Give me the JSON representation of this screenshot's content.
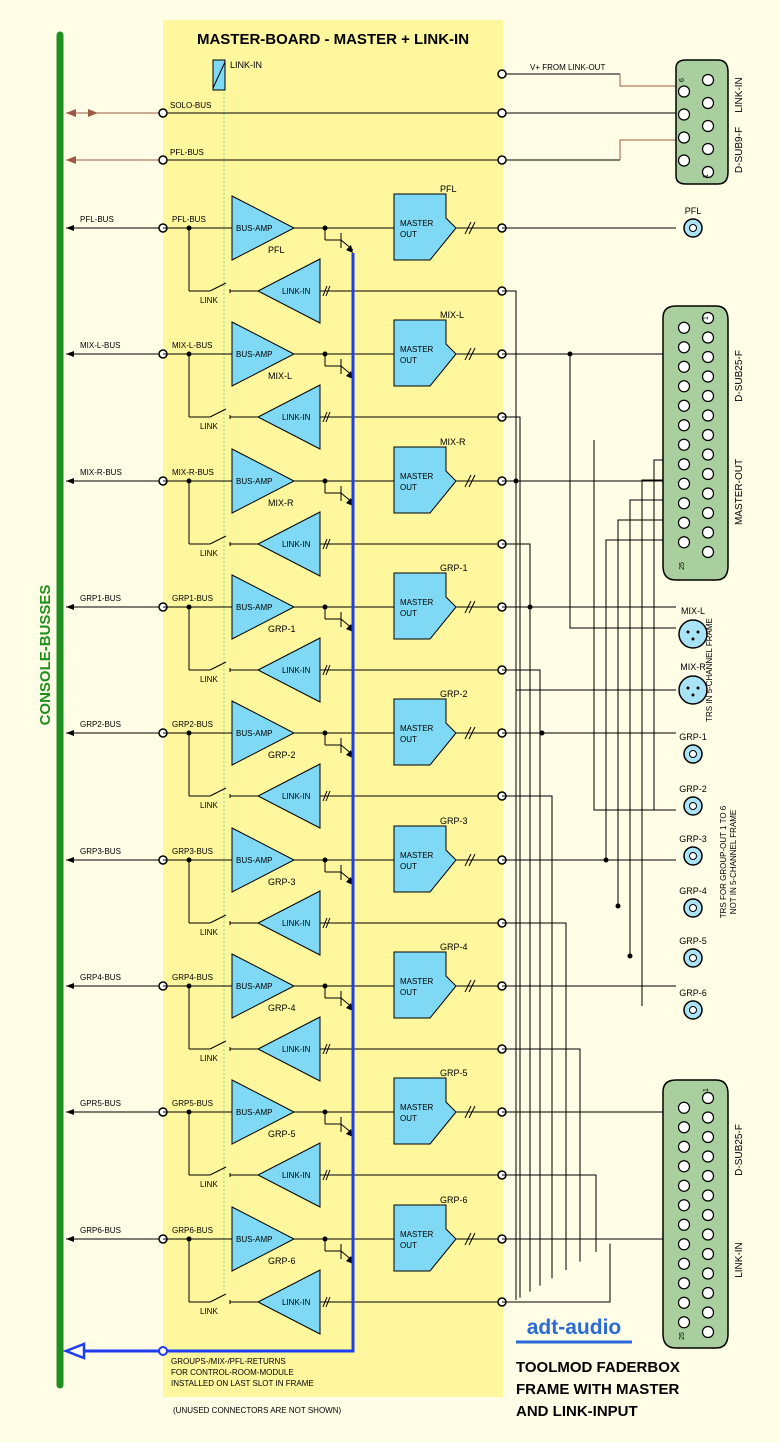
{
  "title": "MASTER-BOARD - MASTER + LINK-IN",
  "console_label": "CONSOLE-BUSSES",
  "colors": {
    "background": "#FFFDE6",
    "board": "#FFF79E",
    "bus_bar": "#1F8F1F",
    "return_line": "#1E3CF0",
    "amp_fill": "#7FD9F5",
    "connector_fill": "#A9CF9E",
    "socket_fill": "#A8E4F5",
    "link_line": "#9C5A44",
    "logo": "#2A6BD8"
  },
  "top": {
    "linkin_relay": "LINK-IN",
    "vplus": "V+ FROM LINK-OUT",
    "solo_bus": "SOLO-BUS",
    "pfl_bus": "PFL-BUS"
  },
  "common": {
    "bus_amp": "BUS-AMP",
    "link_in": "LINK-IN",
    "link": "LINK",
    "master_out_1": "MASTER",
    "master_out_2": "OUT"
  },
  "channels": [
    {
      "left_label": "PFL-BUS",
      "bus_label": "PFL-BUS",
      "amp_label": "PFL",
      "out_label": "PFL"
    },
    {
      "left_label": "MIX-L-BUS",
      "bus_label": "MIX-L-BUS",
      "amp_label": "MIX-L",
      "out_label": "MIX-L"
    },
    {
      "left_label": "MIX-R-BUS",
      "bus_label": "MIX-R-BUS",
      "amp_label": "MIX-R",
      "out_label": "MIX-R"
    },
    {
      "left_label": "GRP1-BUS",
      "bus_label": "GRP1-BUS",
      "amp_label": "GRP-1",
      "out_label": "GRP-1"
    },
    {
      "left_label": "GRP2-BUS",
      "bus_label": "GRP2-BUS",
      "amp_label": "GRP-2",
      "out_label": "GRP-2"
    },
    {
      "left_label": "GRP3-BUS",
      "bus_label": "GRP3-BUS",
      "amp_label": "GRP-3",
      "out_label": "GRP-3"
    },
    {
      "left_label": "GRP4-BUS",
      "bus_label": "GRP4-BUS",
      "amp_label": "GRP-4",
      "out_label": "GRP-4"
    },
    {
      "left_label": "GPR5-BUS",
      "bus_label": "GRP5-BUS",
      "amp_label": "GRP-5",
      "out_label": "GRP-5"
    },
    {
      "left_label": "GRP6-BUS",
      "bus_label": "GRP6-BUS",
      "amp_label": "GRP-6",
      "out_label": "GRP-6"
    }
  ],
  "dsub9": {
    "type": "D-SUB9-F",
    "name": "LINK-IN",
    "pin_a": "6",
    "pin_b": "1"
  },
  "dsub25_out": {
    "type": "D-SUB25-F",
    "name": "MASTER-OUT",
    "pin_a": "1",
    "pin_b": "25"
  },
  "dsub25_in": {
    "type": "D-SUB25-F",
    "name": "LINK-IN",
    "pin_a": "1",
    "pin_b": "25"
  },
  "sockets": {
    "pfl": "PFL",
    "mixl": "MIX-L",
    "mixr": "MIX-R",
    "grp1": "GRP-1",
    "grp2": "GRP-2",
    "grp3": "GRP-3",
    "grp4": "GRP-4",
    "grp5": "GRP-5",
    "grp6": "GRP-6"
  },
  "notes": {
    "trs5": "TRS IN 5-CHANNEL FRAME",
    "trs_grp_1": "TRS FOR GROUP-OUT 1 TO 6",
    "trs_grp_2": "NOT IN 5-CHANNEL FRAME",
    "returns_1": "GROUPS-/MIX-/PFL-RETURNS",
    "returns_2": "FOR CONTROL-ROOM-MODULE",
    "returns_3": "INSTALLED ON LAST SLOT IN FRAME",
    "unused": "(UNUSED CONNECTORS ARE NOT SHOWN)"
  },
  "logo": "adt-audio",
  "caption": [
    "TOOLMOD FADERBOX",
    "FRAME WITH MASTER",
    "AND LINK-INPUT"
  ]
}
